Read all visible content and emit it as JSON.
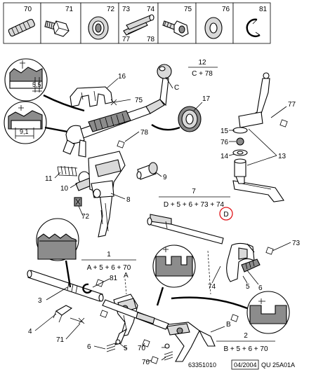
{
  "diagram": {
    "header_parts": [
      "70",
      "71",
      "72",
      "73",
      "74",
      "75",
      "76",
      "81",
      "77",
      "78"
    ],
    "dim_top": "5,5",
    "dim_bottom": "9,1",
    "callouts": [
      "16",
      "75",
      "C",
      "17",
      "77",
      "15",
      "76",
      "14",
      "13",
      "78",
      "11",
      "10",
      "9",
      "8",
      "72",
      "73",
      "74",
      "5",
      "6",
      "81",
      "3",
      "4",
      "71",
      "A",
      "B",
      "70",
      "6",
      "5",
      "70"
    ],
    "group_12": {
      "number": "12",
      "formula": "C + 78"
    },
    "group_7": {
      "number": "7",
      "formula": "D + 5 + 6 + 73 + 74"
    },
    "group_1": {
      "number": "1",
      "formula": "A + 5 + 6 + 70"
    },
    "group_2": {
      "number": "2",
      "formula": "B + 5 + 6 + 70"
    },
    "highlight_label": "D",
    "highlight_color": "#e0161b",
    "footer": {
      "ref": "63351010",
      "date": "04/2004",
      "code": "QU 25A01A"
    }
  }
}
